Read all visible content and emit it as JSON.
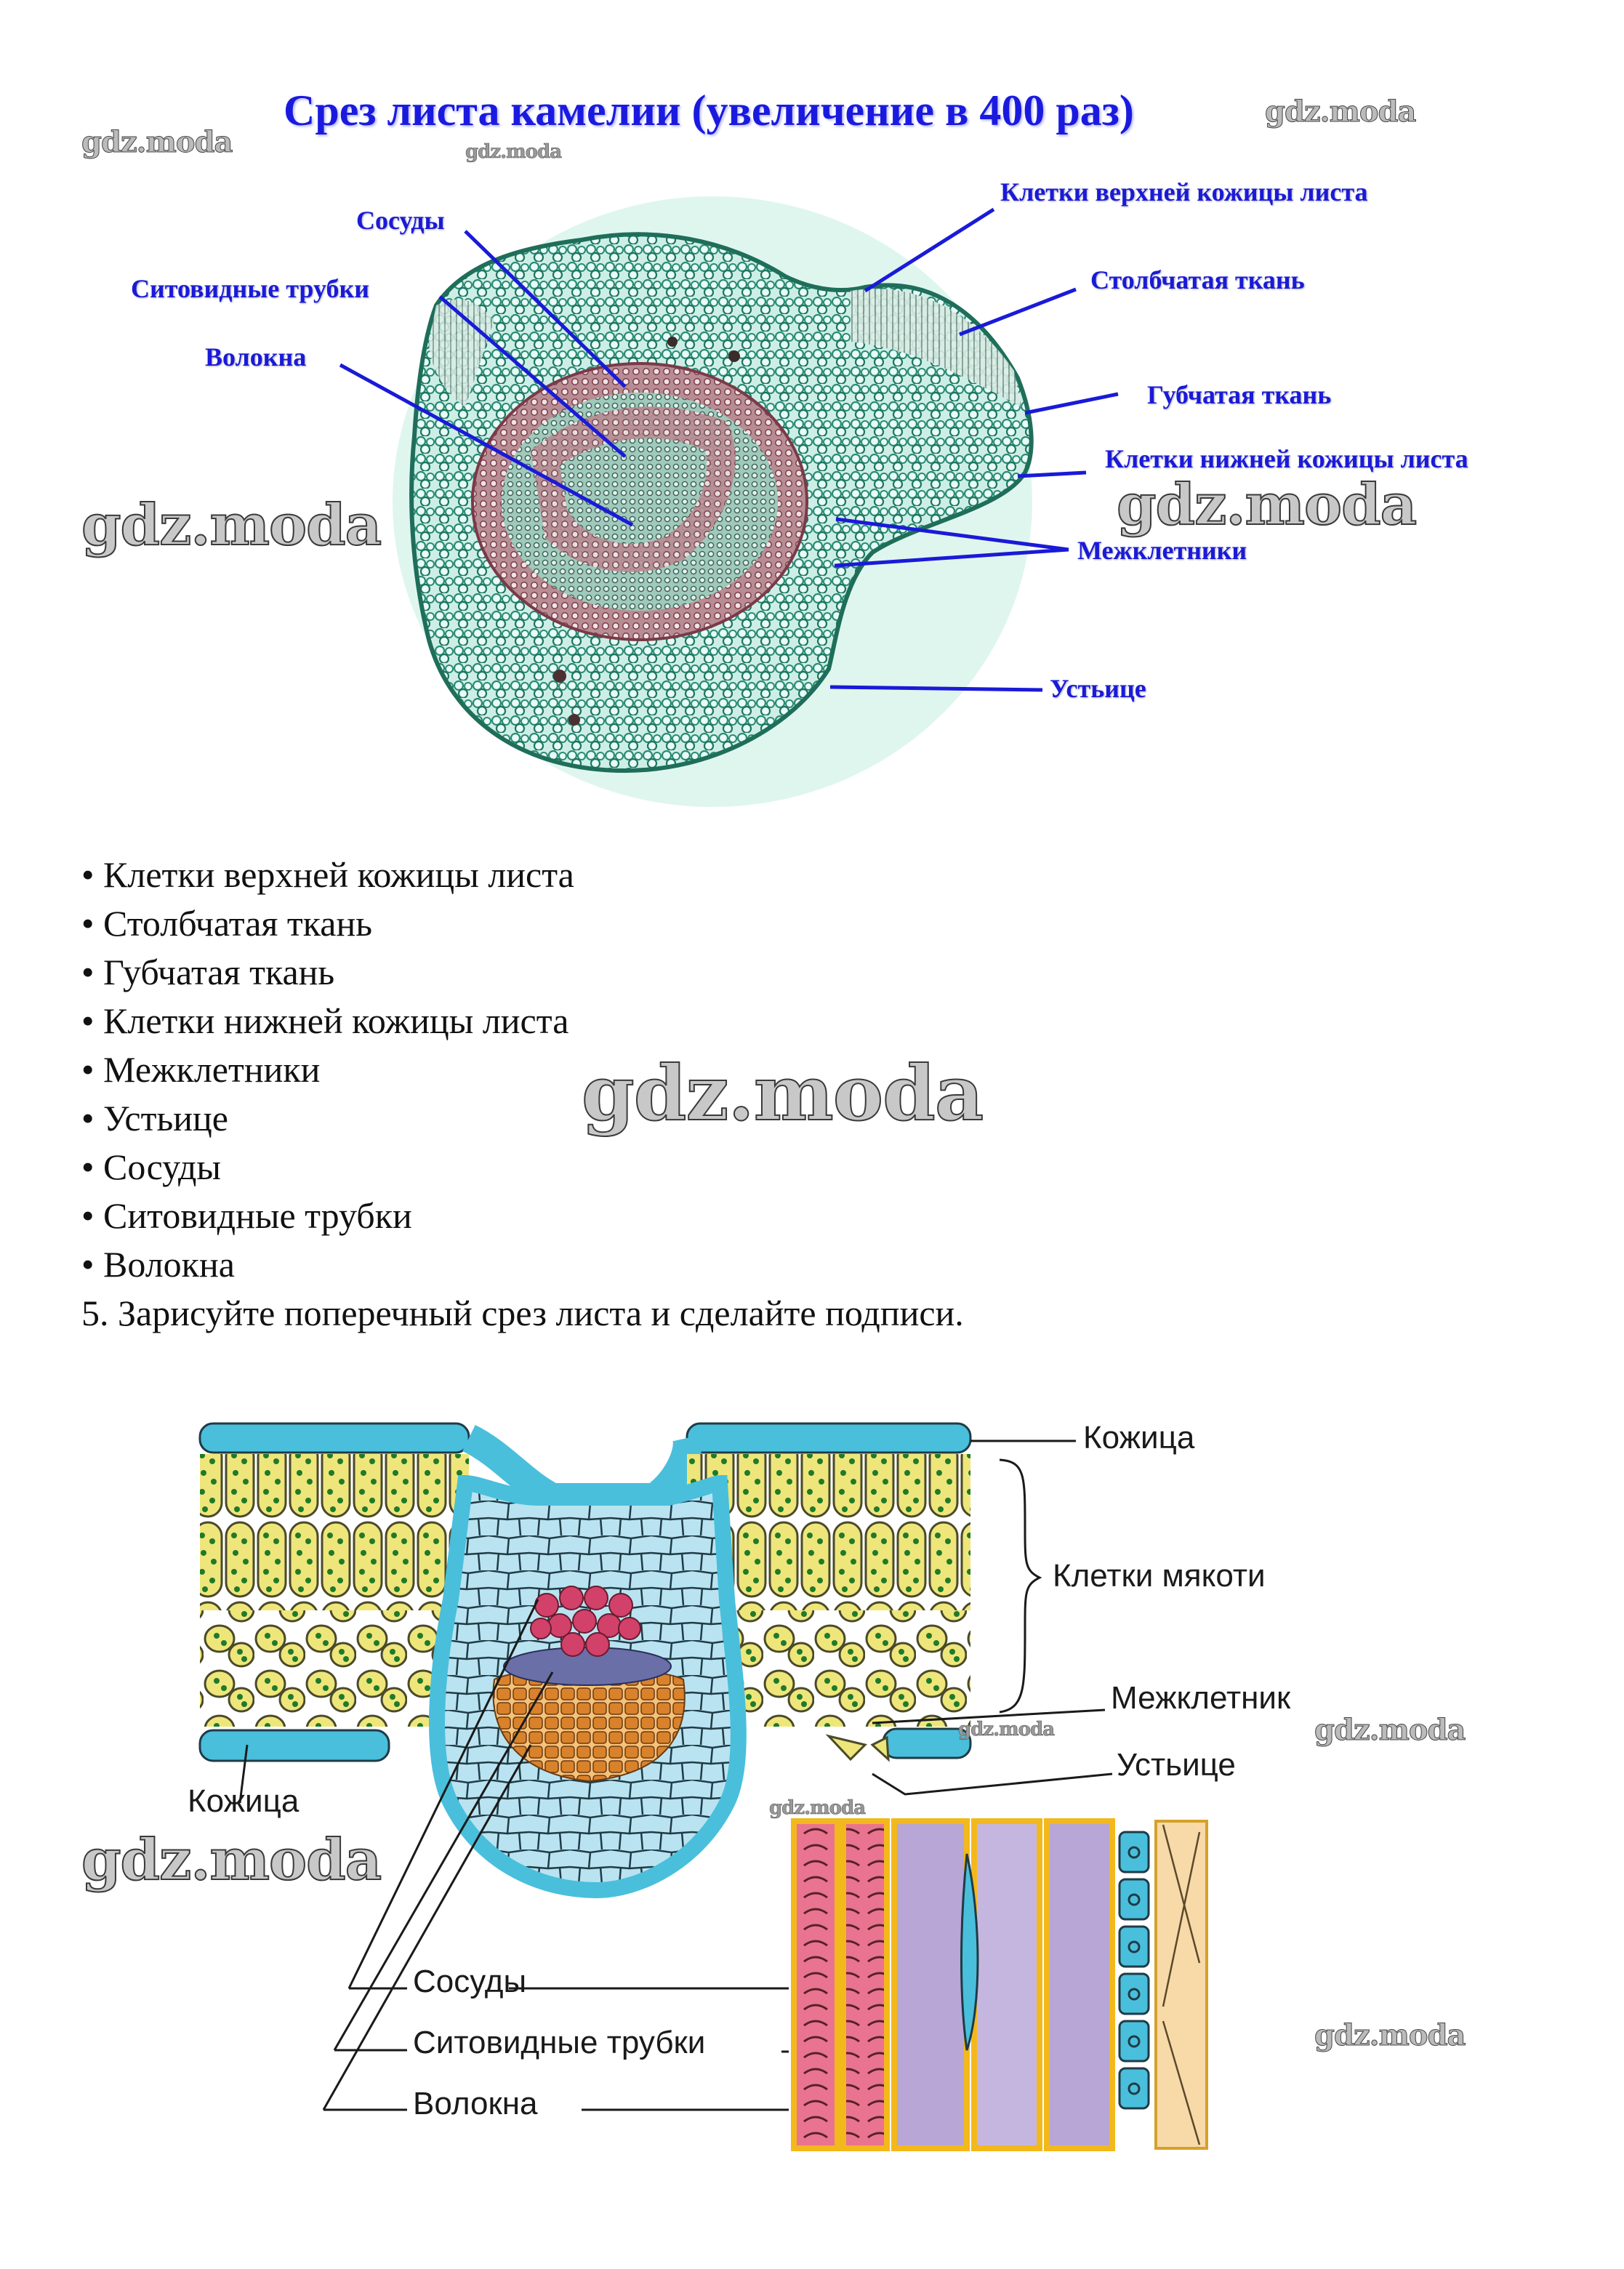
{
  "figure1": {
    "title": "Срез листа камелии (увеличение в 400 раз)",
    "labels": {
      "vessels": "Сосуды",
      "sieve_tubes": "Ситовидные трубки",
      "fibers": "Волокна",
      "upper_epidermis": "Клетки верхней кожицы листа",
      "palisade": "Столбчатая ткань",
      "spongy": "Губчатая ткань",
      "lower_epidermis": "Клетки нижней кожицы листа",
      "intercellular": "Межклетники",
      "stoma": "Устьице"
    }
  },
  "answer_list": {
    "bullet": "•",
    "items": [
      "Клетки верхней кожицы листа",
      "Столбчатая ткань",
      "Губчатая ткань",
      "Клетки нижней кожицы листа",
      "Межклетники",
      "Устьице",
      "Сосуды",
      "Ситовидные трубки",
      "Волокна"
    ],
    "task": "5. Зарисуйте поперечный срез листа и сделайте подписи."
  },
  "figure2": {
    "labels": {
      "epidermis_top": "Кожица",
      "mesophyll": "Клетки мякоти",
      "intercellular": "Межклетник",
      "stoma": "Устьице",
      "epidermis_bottom": "Кожица",
      "vessels": "Сосуды",
      "sieve_tubes": "Ситовидные трубки",
      "fibers": "Волокна"
    }
  },
  "watermark": "gdz.moda",
  "colors": {
    "label_blue": "#1a1ad8",
    "tissue_green": "#2e9e86",
    "epidermis_blue": "#49bfdc",
    "mesophyll_yellow": "#eee67a",
    "chloroplast": "#1f7a2a",
    "xylem_red": "#d2416a",
    "phloem_purple": "#6a6fa8",
    "fiber_orange": "#d9822b",
    "sieve_violet": "#b7a6d6",
    "wall_yellow": "#f2b81c"
  }
}
